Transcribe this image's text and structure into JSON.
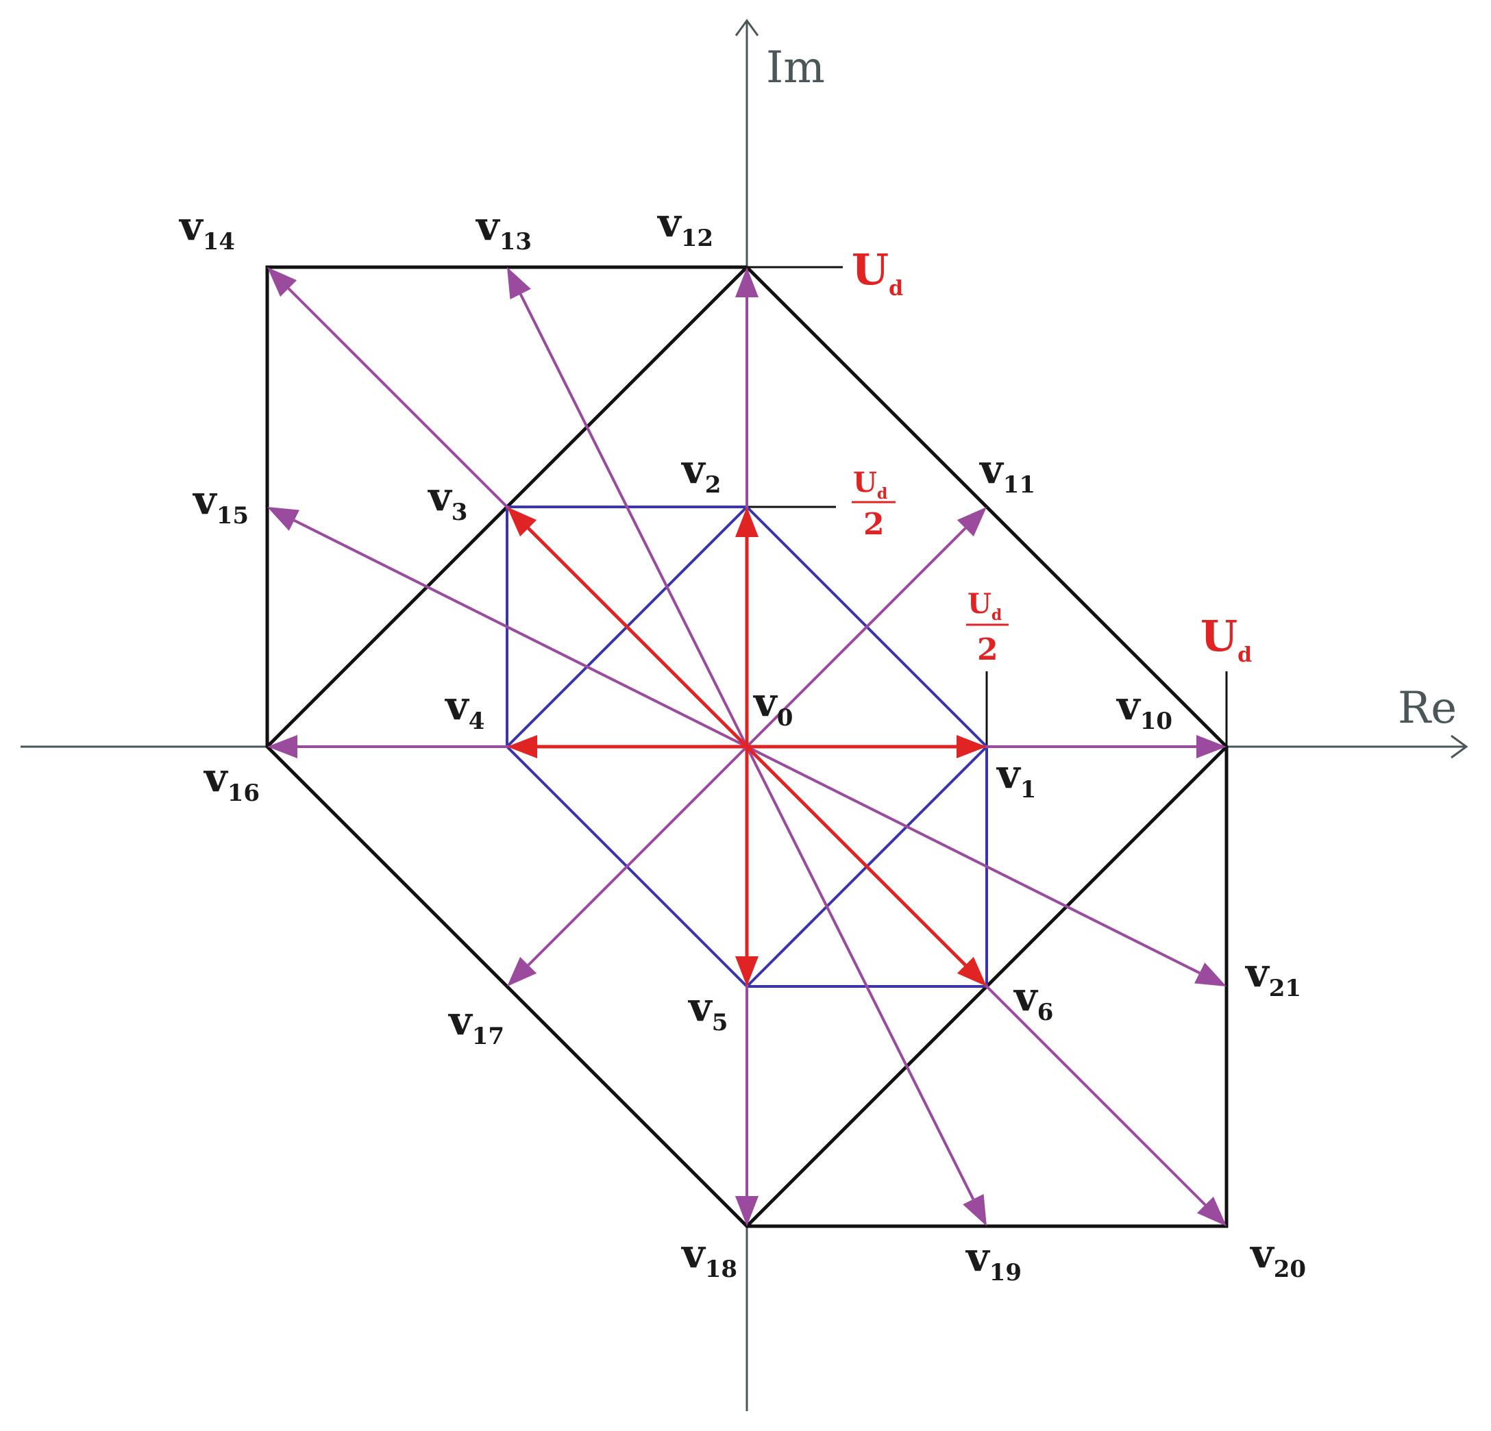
{
  "colors": {
    "axis": "#4a5658",
    "outer": "#111111",
    "inner": "#3a35a8",
    "red": "#e02424",
    "purple": "#9b4b9e",
    "label": "#1a1a1a",
    "accent_text": "#e02424"
  },
  "axes": {
    "real_label": "Re",
    "imag_label": "Im"
  },
  "magnitudes": {
    "ud_label_main": "U",
    "ud_label_sub": "d",
    "half_num_main": "U",
    "half_num_sub": "d",
    "half_den": "2"
  },
  "vectors": [
    {
      "main": "v",
      "sub": "0",
      "re": 0,
      "im": 0,
      "group": "zero"
    },
    {
      "main": "v",
      "sub": "1",
      "re": 1,
      "im": 0,
      "group": "small"
    },
    {
      "main": "v",
      "sub": "2",
      "re": 0,
      "im": 1,
      "group": "small"
    },
    {
      "main": "v",
      "sub": "3",
      "re": -1,
      "im": 1,
      "group": "small"
    },
    {
      "main": "v",
      "sub": "4",
      "re": -1,
      "im": 0,
      "group": "small"
    },
    {
      "main": "v",
      "sub": "5",
      "re": 0,
      "im": -1,
      "group": "small"
    },
    {
      "main": "v",
      "sub": "6",
      "re": 1,
      "im": -1,
      "group": "small"
    },
    {
      "main": "v",
      "sub": "10",
      "re": 2,
      "im": 0,
      "group": "large"
    },
    {
      "main": "v",
      "sub": "11",
      "re": 1,
      "im": 1,
      "group": "large"
    },
    {
      "main": "v",
      "sub": "12",
      "re": 0,
      "im": 2,
      "group": "large"
    },
    {
      "main": "v",
      "sub": "13",
      "re": -1,
      "im": 2,
      "group": "large"
    },
    {
      "main": "v",
      "sub": "14",
      "re": -2,
      "im": 2,
      "group": "large"
    },
    {
      "main": "v",
      "sub": "15",
      "re": -2,
      "im": 1,
      "group": "large"
    },
    {
      "main": "v",
      "sub": "16",
      "re": -2,
      "im": 0,
      "group": "large"
    },
    {
      "main": "v",
      "sub": "17",
      "re": -1,
      "im": -1,
      "group": "large"
    },
    {
      "main": "v",
      "sub": "18",
      "re": 0,
      "im": -2,
      "group": "large"
    },
    {
      "main": "v",
      "sub": "19",
      "re": 1,
      "im": -2,
      "group": "large"
    },
    {
      "main": "v",
      "sub": "20",
      "re": 2,
      "im": -2,
      "group": "large"
    },
    {
      "main": "v",
      "sub": "21",
      "re": 2,
      "im": -1,
      "group": "large"
    }
  ]
}
